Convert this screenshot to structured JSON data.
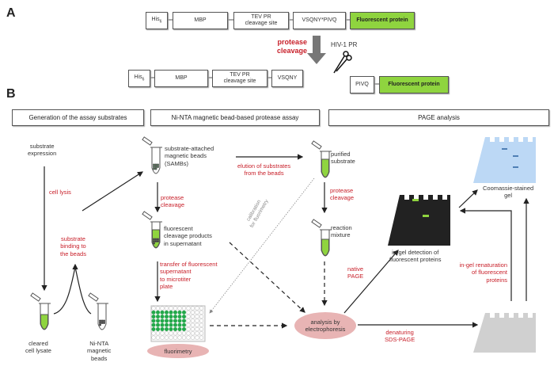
{
  "panelA": {
    "letter": "A",
    "construct": [
      "His6",
      "MBP",
      "TEV PR\ncleavage site",
      "VSQNY*PIVQ",
      "Fluorescent protein"
    ],
    "action_label_1": "protease",
    "action_label_2": "cleavage",
    "enzyme": "HIV-1 PR",
    "product1": [
      "His6",
      "MBP",
      "TEV PR\ncleavage site",
      "VSQNY"
    ],
    "product2": [
      "PIVQ",
      "Fluorescent protein"
    ]
  },
  "panelB": {
    "letter": "B",
    "headers": [
      "Generation of the assay substrates",
      "Ni-NTA magnetic bead-based protease assay",
      "PAGE analysis"
    ],
    "labels": {
      "substrate_expression": "substrate\nexpression",
      "cell_lysis": "cell lysis",
      "substrate_binding": "substrate\nbinding to\nthe beads",
      "cleared_lysate": "cleared\ncell lysate",
      "ninta_beads": "Ni-NTA\nmagnetic\nbeads",
      "sambs": "substrate-attached\nmagnetic beads\n(SAMBs)",
      "protease_cleavage_1": "protease\ncleavage",
      "fluorescent_products": "fluorescent\ncleavage products\nin supernatant",
      "transfer": "transfer of fluorescent\nsupernatant\nto microtiter\nplate",
      "fluorimetry": "fluorimetry",
      "elution": "elution of substrates\nfrom the beads",
      "purified_substrate": "purified\nsubstrate",
      "protease_cleavage_2": "protease\ncleavage",
      "reaction_mixture": "reaction\nmixture",
      "calibration": "calibration\nfor fluorimetry",
      "native_page": "native\nPAGE",
      "analysis": "analysis by\nelectrophoresis",
      "denaturing": "denaturing\nSDS-PAGE",
      "in_gel_detection": "in-gel detection of\nfluorescent proteins",
      "coomassie": "Coomassie-stained\ngel",
      "renaturation": "in-gel renaturation\nof fluorescent\nproteins"
    }
  }
}
